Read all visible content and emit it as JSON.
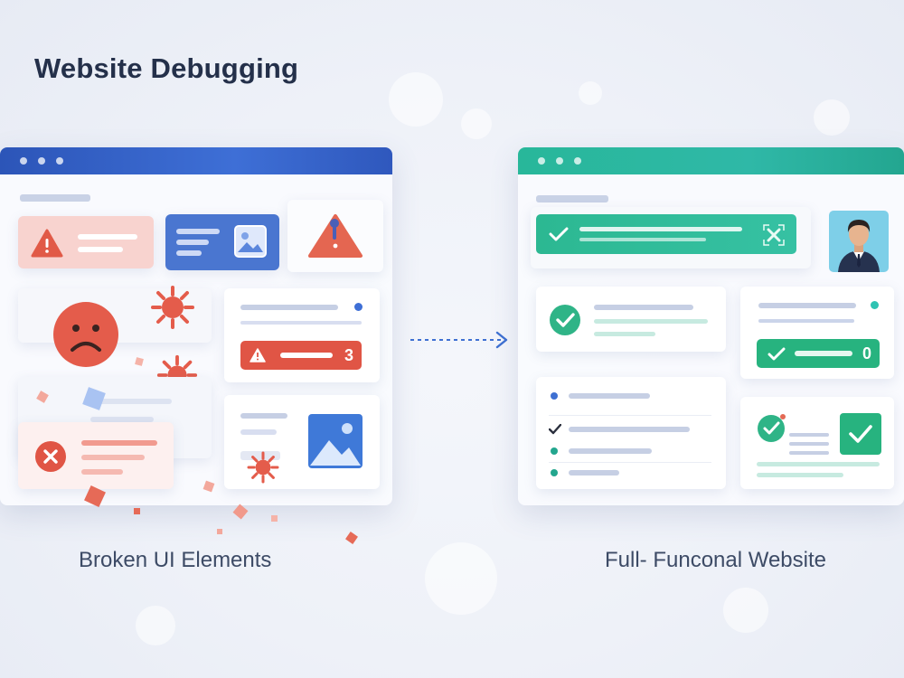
{
  "heading": "Website Debugging",
  "broken_panel": {
    "caption": "Broken UI Elements",
    "error_count": "3",
    "colors": {
      "titlebar": "#3360c6",
      "error": "#e05545",
      "accent": "#4a76d0"
    }
  },
  "working_panel": {
    "caption": "Full‐ Funconal Website",
    "error_count": "0",
    "colors": {
      "titlebar": "#2bb5a0",
      "success": "#27b37f"
    }
  },
  "icons": [
    "warning-icon",
    "image-icon",
    "alert-triangle-icon",
    "sad-face-icon",
    "bug-icon",
    "error-x-icon",
    "arrow-right-icon",
    "check-icon",
    "user-avatar"
  ]
}
